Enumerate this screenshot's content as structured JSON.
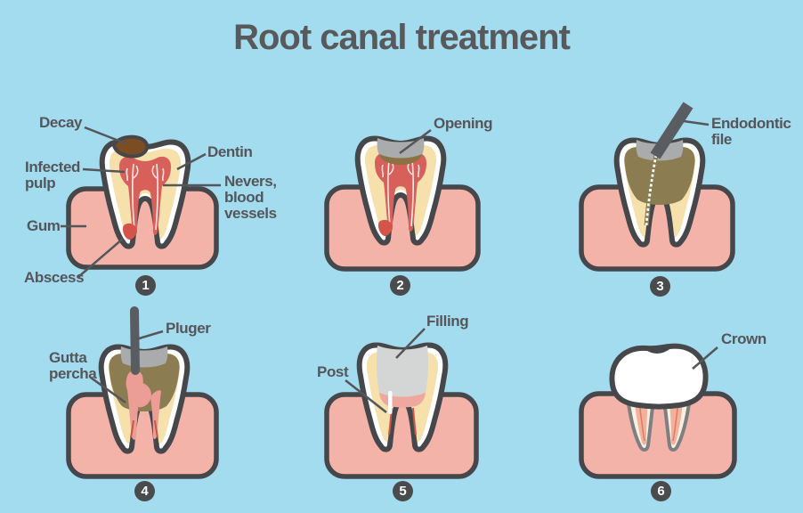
{
  "title": "Root canal treatment",
  "colors": {
    "background": "#a3dbef",
    "gum": "#f4b3a9",
    "outline": "#45474b",
    "tooth": "#ffffff",
    "dentin": "#f6e0ac",
    "pulp": "#d8605a",
    "decay": "#7b4d22",
    "abscess": "#d4544a",
    "opening": "#a9abad",
    "cleaned_canal": "#8c7c52",
    "instrument": "#595d61",
    "gutta_percha": "#ec9d95",
    "filling": "#d4d6d5",
    "label_text": "#55565a",
    "badge": "#4a4b4c"
  },
  "steps": [
    {
      "number": "1",
      "labels": [
        "Decay",
        "Infected pulp",
        "Gum",
        "Abscess",
        "Dentin",
        "Nevers, blood vessels"
      ]
    },
    {
      "number": "2",
      "labels": [
        "Opening"
      ]
    },
    {
      "number": "3",
      "labels": [
        "Endodontic file"
      ]
    },
    {
      "number": "4",
      "labels": [
        "Pluger",
        "Gutta percha"
      ]
    },
    {
      "number": "5",
      "labels": [
        "Filling",
        "Post"
      ]
    },
    {
      "number": "6",
      "labels": [
        "Crown"
      ]
    }
  ]
}
